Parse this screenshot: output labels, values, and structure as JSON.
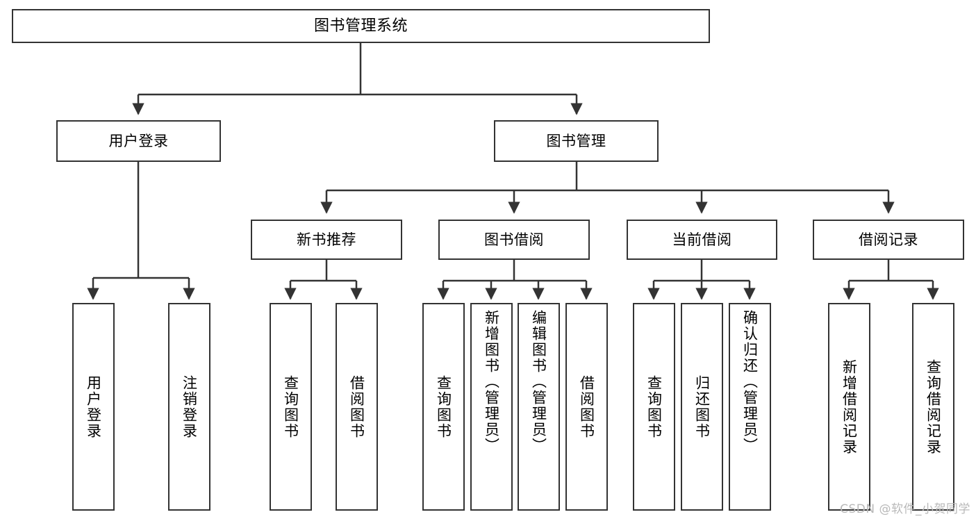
{
  "diagram": {
    "type": "tree-hierarchy-flowchart",
    "title": "图书管理系统",
    "watermark": "CSDN @软件_小贺同学",
    "colors": {
      "box_border": "#333333",
      "box_fill": "#ffffff",
      "connector": "#333333",
      "text": "#000000",
      "watermark": "#b9b9b9"
    },
    "levels": [
      {
        "level": 1,
        "nodes": [
          {
            "id": "root",
            "label": "图书管理系统",
            "orientation": "horizontal"
          }
        ]
      },
      {
        "level": 2,
        "nodes": [
          {
            "id": "login",
            "label": "用户登录",
            "orientation": "horizontal",
            "parent": "root"
          },
          {
            "id": "bookmgmt",
            "label": "图书管理",
            "orientation": "horizontal",
            "parent": "root"
          }
        ]
      },
      {
        "level": 3,
        "nodes": [
          {
            "id": "newbook",
            "label": "新书推荐",
            "orientation": "horizontal",
            "parent": "bookmgmt"
          },
          {
            "id": "borrow",
            "label": "图书借阅",
            "orientation": "horizontal",
            "parent": "bookmgmt"
          },
          {
            "id": "current",
            "label": "当前借阅",
            "orientation": "horizontal",
            "parent": "bookmgmt"
          },
          {
            "id": "records",
            "label": "借阅记录",
            "orientation": "horizontal",
            "parent": "bookmgmt"
          }
        ]
      },
      {
        "level": 4,
        "nodes": [
          {
            "id": "leaf1",
            "label": "用户登录",
            "orientation": "vertical",
            "parent": "login"
          },
          {
            "id": "leaf2",
            "label": "注销登录",
            "orientation": "vertical",
            "parent": "login"
          },
          {
            "id": "leaf3",
            "label": "查询图书",
            "orientation": "vertical",
            "parent": "newbook"
          },
          {
            "id": "leaf4",
            "label": "借阅图书",
            "orientation": "vertical",
            "parent": "newbook"
          },
          {
            "id": "leaf5",
            "label": "查询图书",
            "orientation": "vertical",
            "parent": "borrow"
          },
          {
            "id": "leaf6",
            "label": "新增图书（管理员）",
            "orientation": "vertical",
            "parent": "borrow"
          },
          {
            "id": "leaf7",
            "label": "编辑图书（管理员）",
            "orientation": "vertical",
            "parent": "borrow"
          },
          {
            "id": "leaf8",
            "label": "借阅图书",
            "orientation": "vertical",
            "parent": "borrow"
          },
          {
            "id": "leaf9",
            "label": "查询图书",
            "orientation": "vertical",
            "parent": "current"
          },
          {
            "id": "leaf10",
            "label": "归还图书",
            "orientation": "vertical",
            "parent": "current"
          },
          {
            "id": "leaf11",
            "label": "确认归还（管理员）",
            "orientation": "vertical",
            "parent": "current"
          },
          {
            "id": "leaf12",
            "label": "新增借阅记录",
            "orientation": "vertical",
            "parent": "records"
          },
          {
            "id": "leaf13",
            "label": "查询借阅记录",
            "orientation": "vertical",
            "parent": "records"
          }
        ]
      }
    ]
  }
}
